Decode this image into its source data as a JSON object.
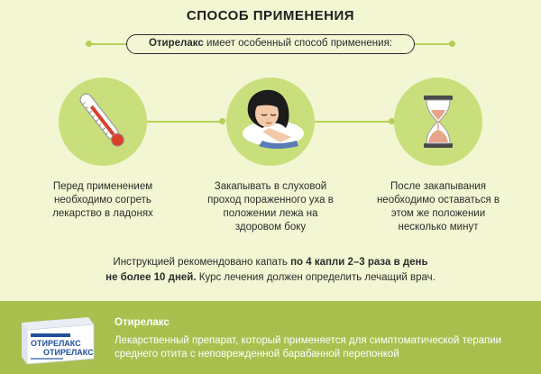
{
  "header": {
    "title": "СПОСОБ ПРИМЕНЕНИЯ"
  },
  "intro": {
    "brand": "Отирелакс",
    "rest": " имеет особенный способ применения:"
  },
  "steps": [
    {
      "text": "Перед применением необходимо согреть лекарство в ладонях",
      "icon": "thermometer-icon"
    },
    {
      "text": "Закапывать в слуховой проход пораженного уха в положении лежа на здоровом боку",
      "icon": "sleeping-woman-icon"
    },
    {
      "text": "После закапывания необходимо оставаться в этом же положении несколько минут",
      "icon": "hourglass-icon"
    }
  ],
  "instruction": {
    "part1": "Инструкцией рекомендовано капать ",
    "bold1": "по 4 капли 2–3 раза в день",
    "bold2": "не более 10 дней.",
    "part2": " Курс лечения должен определить лечащий врач."
  },
  "footer": {
    "product_name": "Отирелакс",
    "description": "Лекарственный препарат, который применяется для симптоматической терапии среднего отита с неповрежденной барабанной перепонкой",
    "package_brand": "ОТИРЕЛАКС"
  },
  "colors": {
    "background": "#f3f6d3",
    "accent_green": "#c9df7b",
    "line_green": "#b5cf56",
    "footer_green": "#a9bf4e",
    "thermo_red": "#d9412b"
  }
}
